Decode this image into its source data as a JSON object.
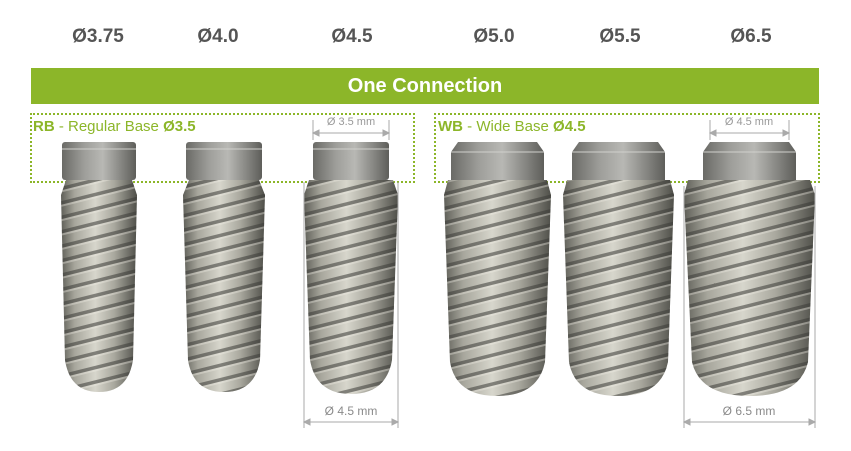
{
  "sizes": [
    "Ø3.75",
    "Ø4.0",
    "Ø4.5",
    "Ø5.0",
    "Ø5.5",
    "Ø6.5"
  ],
  "banner": "One Connection",
  "rb": {
    "code": "RB",
    "sep": " - Regular Base ",
    "size": "Ø3.5",
    "top_dim": "Ø 3.5 mm"
  },
  "wb": {
    "code": "WB",
    "sep": " - Wide Base ",
    "size": "Ø4.5",
    "top_dim": "Ø 4.5 mm"
  },
  "bottom_dims": [
    "Ø 4.5 mm",
    "Ø 6.5 mm"
  ],
  "colors": {
    "accent": "#8cb629",
    "text": "#555555",
    "dim": "#999999"
  }
}
